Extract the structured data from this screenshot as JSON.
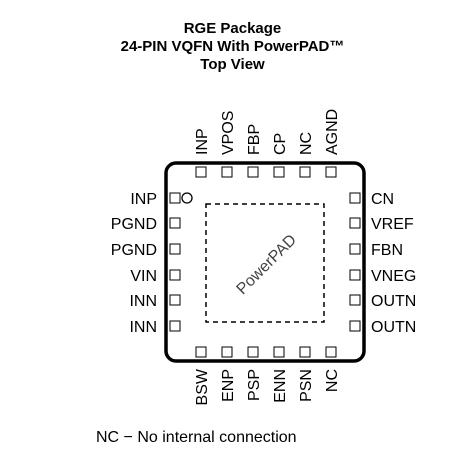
{
  "title": {
    "line1": "RGE Package",
    "line2": "24-PIN VQFN With PowerPAD™",
    "line3": "Top View"
  },
  "package": {
    "pad_label": "PowerPAD",
    "top_pins": [
      "INP",
      "VPOS",
      "FBP",
      "CP",
      "NC",
      "AGND"
    ],
    "left_pins": [
      "INP",
      "PGND",
      "PGND",
      "VIN",
      "INN",
      "INN"
    ],
    "right_pins": [
      "CN",
      "VREF",
      "FBN",
      "VNEG",
      "OUTN",
      "OUTN"
    ],
    "bottom_pins": [
      "BSW",
      "ENP",
      "PSP",
      "ENN",
      "PSN",
      "NC"
    ]
  },
  "note": "NC − No internal connection"
}
